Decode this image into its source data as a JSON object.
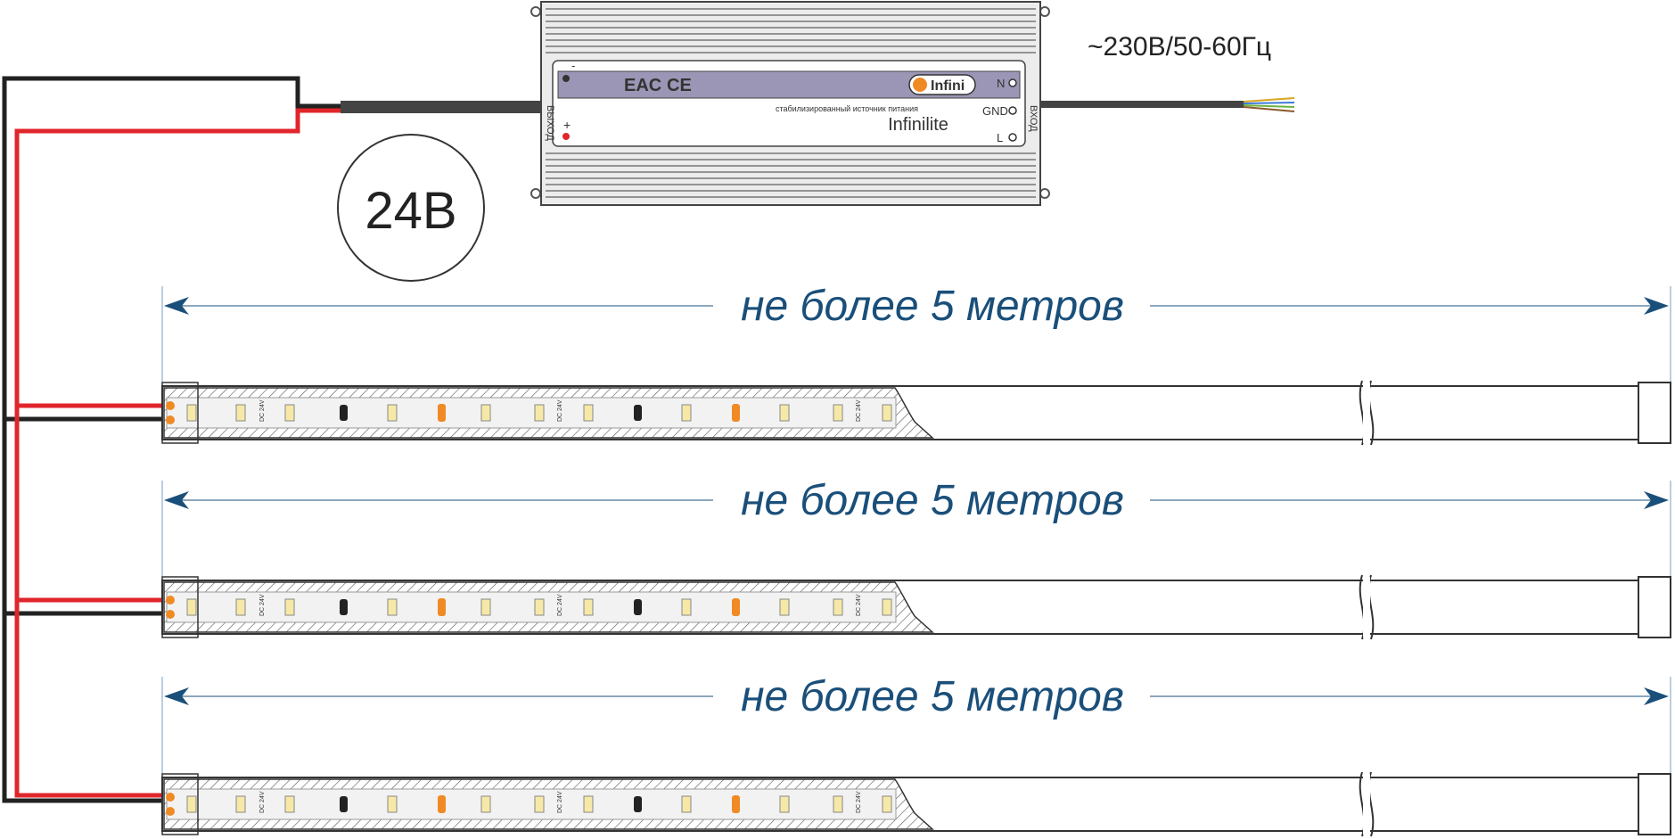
{
  "diagram": {
    "supply_label": "~230В/50-60Гц",
    "voltage_label": "24В",
    "psu": {
      "brand": "Infinilite",
      "logo_text": "Infini",
      "subtitle": "стабилизированный источник питания",
      "output_label": "ВЫХОД",
      "input_label": "ВХОД",
      "terminal_n": "N",
      "terminal_gnd": "GND",
      "terminal_l": "L",
      "plus": "+",
      "minus": "-"
    },
    "strip_label": "DC 24V",
    "segments": [
      {
        "length_label": "не более 5 метров"
      },
      {
        "length_label": "не более 5 метров"
      },
      {
        "length_label": "не более 5 метров"
      }
    ],
    "colors": {
      "positive_wire": "#e0252b",
      "negative_wire": "#222222",
      "dimension": "#1a4f7a",
      "psu_label_band": "#9b96b5",
      "led": "#f6e9a8",
      "resistor_orange": "#f08a24"
    }
  }
}
